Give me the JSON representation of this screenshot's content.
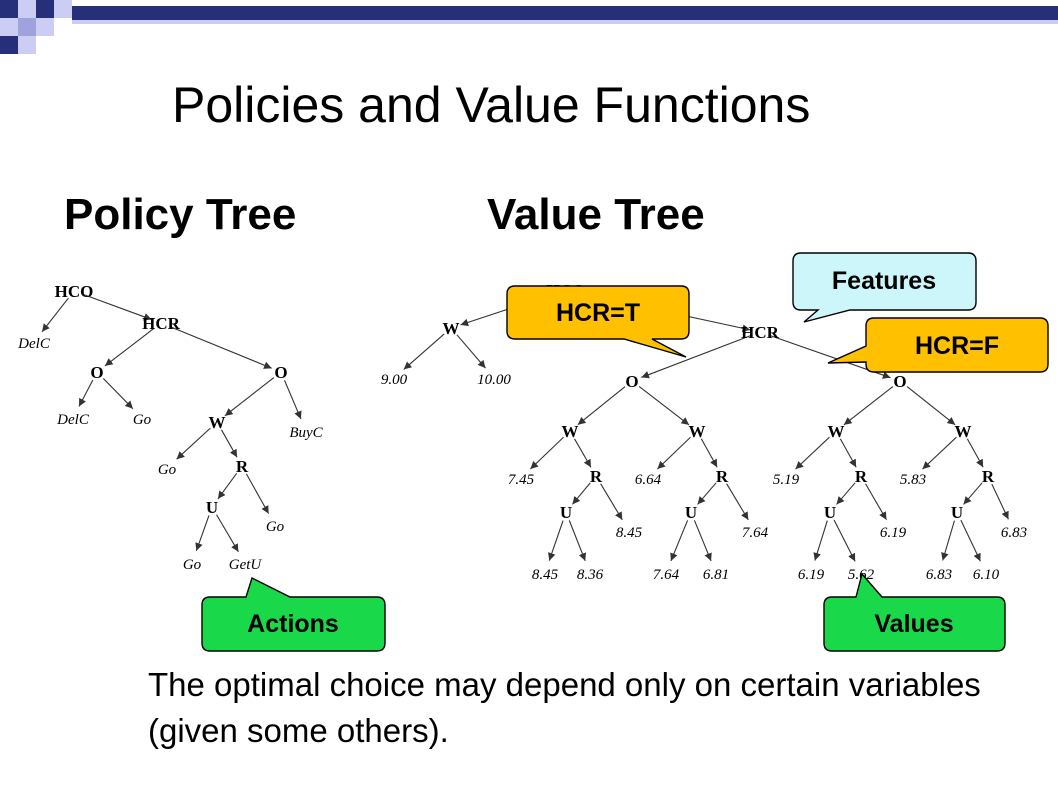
{
  "title": "Policies and Value Functions",
  "headings": {
    "policy": "Policy Tree",
    "value": "Value Tree"
  },
  "policy_tree": {
    "nodes": [
      {
        "id": "hco",
        "label": "HCO",
        "kind": "feature"
      },
      {
        "id": "delc1",
        "label": "DelC",
        "kind": "leaf"
      },
      {
        "id": "hcr",
        "label": "HCR",
        "kind": "feature"
      },
      {
        "id": "o1",
        "label": "O",
        "kind": "feature"
      },
      {
        "id": "o2",
        "label": "O",
        "kind": "feature"
      },
      {
        "id": "delc2",
        "label": "DelC",
        "kind": "leaf"
      },
      {
        "id": "go1",
        "label": "Go",
        "kind": "leaf"
      },
      {
        "id": "w1",
        "label": "W",
        "kind": "feature"
      },
      {
        "id": "buyc",
        "label": "BuyC",
        "kind": "leaf"
      },
      {
        "id": "go2",
        "label": "Go",
        "kind": "leaf"
      },
      {
        "id": "r1",
        "label": "R",
        "kind": "feature"
      },
      {
        "id": "u1",
        "label": "U",
        "kind": "feature"
      },
      {
        "id": "go3",
        "label": "Go",
        "kind": "leaf"
      },
      {
        "id": "go4",
        "label": "Go",
        "kind": "leaf"
      },
      {
        "id": "getu",
        "label": "GetU",
        "kind": "leaf"
      }
    ],
    "edges": [
      [
        "hco",
        "delc1"
      ],
      [
        "hco",
        "hcr"
      ],
      [
        "hcr",
        "o1"
      ],
      [
        "hcr",
        "o2"
      ],
      [
        "o1",
        "delc2"
      ],
      [
        "o1",
        "go1"
      ],
      [
        "o2",
        "w1"
      ],
      [
        "o2",
        "buyc"
      ],
      [
        "w1",
        "go2"
      ],
      [
        "w1",
        "r1"
      ],
      [
        "r1",
        "u1"
      ],
      [
        "r1",
        "go3"
      ],
      [
        "u1",
        "go4"
      ],
      [
        "u1",
        "getu"
      ]
    ]
  },
  "value_tree": {
    "nodes": [
      {
        "id": "vhco",
        "label": "HCO",
        "kind": "feature"
      },
      {
        "id": "vw0",
        "label": "W",
        "kind": "feature"
      },
      {
        "id": "v900",
        "label": "9.00",
        "kind": "leaf"
      },
      {
        "id": "v1000",
        "label": "10.00",
        "kind": "leaf"
      },
      {
        "id": "vhcr",
        "label": "HCR",
        "kind": "feature"
      },
      {
        "id": "vo1",
        "label": "O",
        "kind": "feature"
      },
      {
        "id": "vo2",
        "label": "O",
        "kind": "feature"
      },
      {
        "id": "vw1",
        "label": "W",
        "kind": "feature"
      },
      {
        "id": "vw2",
        "label": "W",
        "kind": "feature"
      },
      {
        "id": "vw3",
        "label": "W",
        "kind": "feature"
      },
      {
        "id": "vw4",
        "label": "W",
        "kind": "feature"
      },
      {
        "id": "l745",
        "label": "7.45",
        "kind": "leaf"
      },
      {
        "id": "vr1",
        "label": "R",
        "kind": "feature"
      },
      {
        "id": "l664",
        "label": "6.64",
        "kind": "leaf"
      },
      {
        "id": "vr2",
        "label": "R",
        "kind": "feature"
      },
      {
        "id": "l519",
        "label": "5.19",
        "kind": "leaf"
      },
      {
        "id": "vr3",
        "label": "R",
        "kind": "feature"
      },
      {
        "id": "l583",
        "label": "5.83",
        "kind": "leaf"
      },
      {
        "id": "vr4",
        "label": "R",
        "kind": "feature"
      },
      {
        "id": "vu1",
        "label": "U",
        "kind": "feature"
      },
      {
        "id": "l845a",
        "label": "8.45",
        "kind": "leaf"
      },
      {
        "id": "vu2",
        "label": "U",
        "kind": "feature"
      },
      {
        "id": "l764a",
        "label": "7.64",
        "kind": "leaf"
      },
      {
        "id": "vu3",
        "label": "U",
        "kind": "feature"
      },
      {
        "id": "l619a",
        "label": "6.19",
        "kind": "leaf"
      },
      {
        "id": "vu4",
        "label": "U",
        "kind": "feature"
      },
      {
        "id": "l683a",
        "label": "6.83",
        "kind": "leaf"
      },
      {
        "id": "l845b",
        "label": "8.45",
        "kind": "leaf"
      },
      {
        "id": "l836",
        "label": "8.36",
        "kind": "leaf"
      },
      {
        "id": "l764b",
        "label": "7.64",
        "kind": "leaf"
      },
      {
        "id": "l681",
        "label": "6.81",
        "kind": "leaf"
      },
      {
        "id": "l619b",
        "label": "6.19",
        "kind": "leaf"
      },
      {
        "id": "l562",
        "label": "5.62",
        "kind": "leaf"
      },
      {
        "id": "l683b",
        "label": "6.83",
        "kind": "leaf"
      },
      {
        "id": "l610",
        "label": "6.10",
        "kind": "leaf"
      }
    ],
    "edges": [
      [
        "vhco",
        "vw0"
      ],
      [
        "vhco",
        "vhcr"
      ],
      [
        "vw0",
        "v900"
      ],
      [
        "vw0",
        "v1000"
      ],
      [
        "vhcr",
        "vo1"
      ],
      [
        "vhcr",
        "vo2"
      ],
      [
        "vo1",
        "vw1"
      ],
      [
        "vo1",
        "vw2"
      ],
      [
        "vo2",
        "vw3"
      ],
      [
        "vo2",
        "vw4"
      ],
      [
        "vw1",
        "l745"
      ],
      [
        "vw1",
        "vr1"
      ],
      [
        "vw2",
        "l664"
      ],
      [
        "vw2",
        "vr2"
      ],
      [
        "vw3",
        "l519"
      ],
      [
        "vw3",
        "vr3"
      ],
      [
        "vw4",
        "l583"
      ],
      [
        "vw4",
        "vr4"
      ],
      [
        "vr1",
        "vu1"
      ],
      [
        "vr1",
        "l845a"
      ],
      [
        "vr2",
        "vu2"
      ],
      [
        "vr2",
        "l764a"
      ],
      [
        "vr3",
        "vu3"
      ],
      [
        "vr3",
        "l619a"
      ],
      [
        "vr4",
        "vu4"
      ],
      [
        "vr4",
        "l683a"
      ],
      [
        "vu1",
        "l845b"
      ],
      [
        "vu1",
        "l836"
      ],
      [
        "vu2",
        "l764b"
      ],
      [
        "vu2",
        "l681"
      ],
      [
        "vu3",
        "l619b"
      ],
      [
        "vu3",
        "l562"
      ],
      [
        "vu4",
        "l683b"
      ],
      [
        "vu4",
        "l610"
      ]
    ]
  },
  "callouts": {
    "features": {
      "text": "Features",
      "fill": "#cdf6fb"
    },
    "hcr_t": {
      "text": "HCR=T",
      "fill": "#ffc000"
    },
    "hcr_f": {
      "text": "HCR=F",
      "fill": "#ffc000"
    },
    "actions": {
      "text": "Actions",
      "fill": "#19d84a"
    },
    "values": {
      "text": "Values",
      "fill": "#19d84a"
    }
  },
  "caption": "The optimal choice may depend only on certain variables (given some others).",
  "colors": {
    "title_bar": "#26307a",
    "accent_light": "#cccdf2",
    "accent_mid": "#9ea3dd"
  }
}
